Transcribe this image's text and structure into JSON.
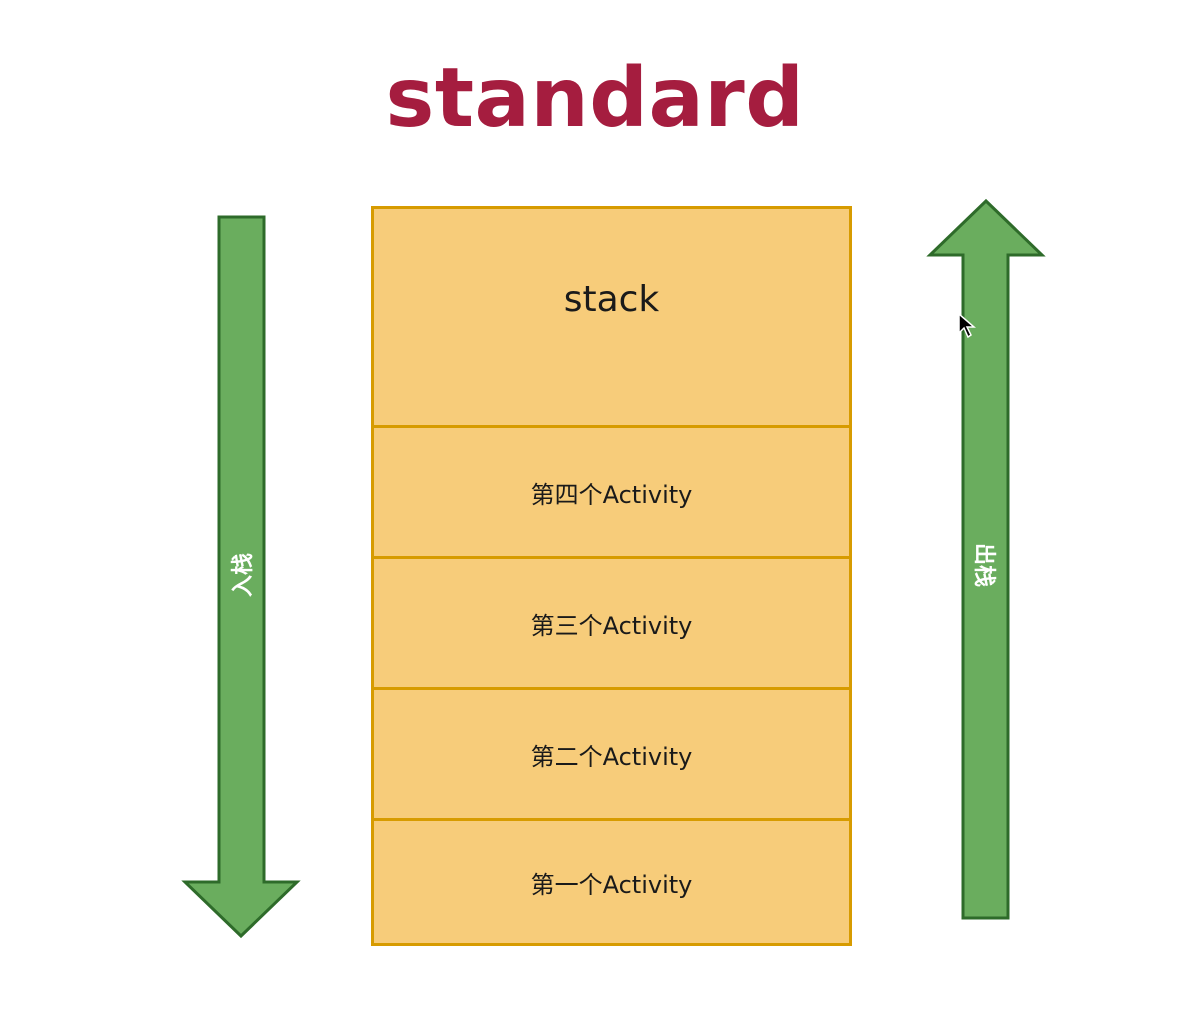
{
  "title": "standard",
  "stack": {
    "label": "stack",
    "activities": [
      "第四个Activity",
      "第三个Activity",
      "第二个Activity",
      "第一个Activity"
    ]
  },
  "arrows": {
    "push_label": "入栈",
    "pop_label": "出栈"
  },
  "colors": {
    "title": "#a51d3f",
    "stack_fill": "#f7cc7a",
    "stack_border": "#d79b00",
    "arrow_fill": "#6aad5e",
    "arrow_border": "#2e6b2a"
  }
}
